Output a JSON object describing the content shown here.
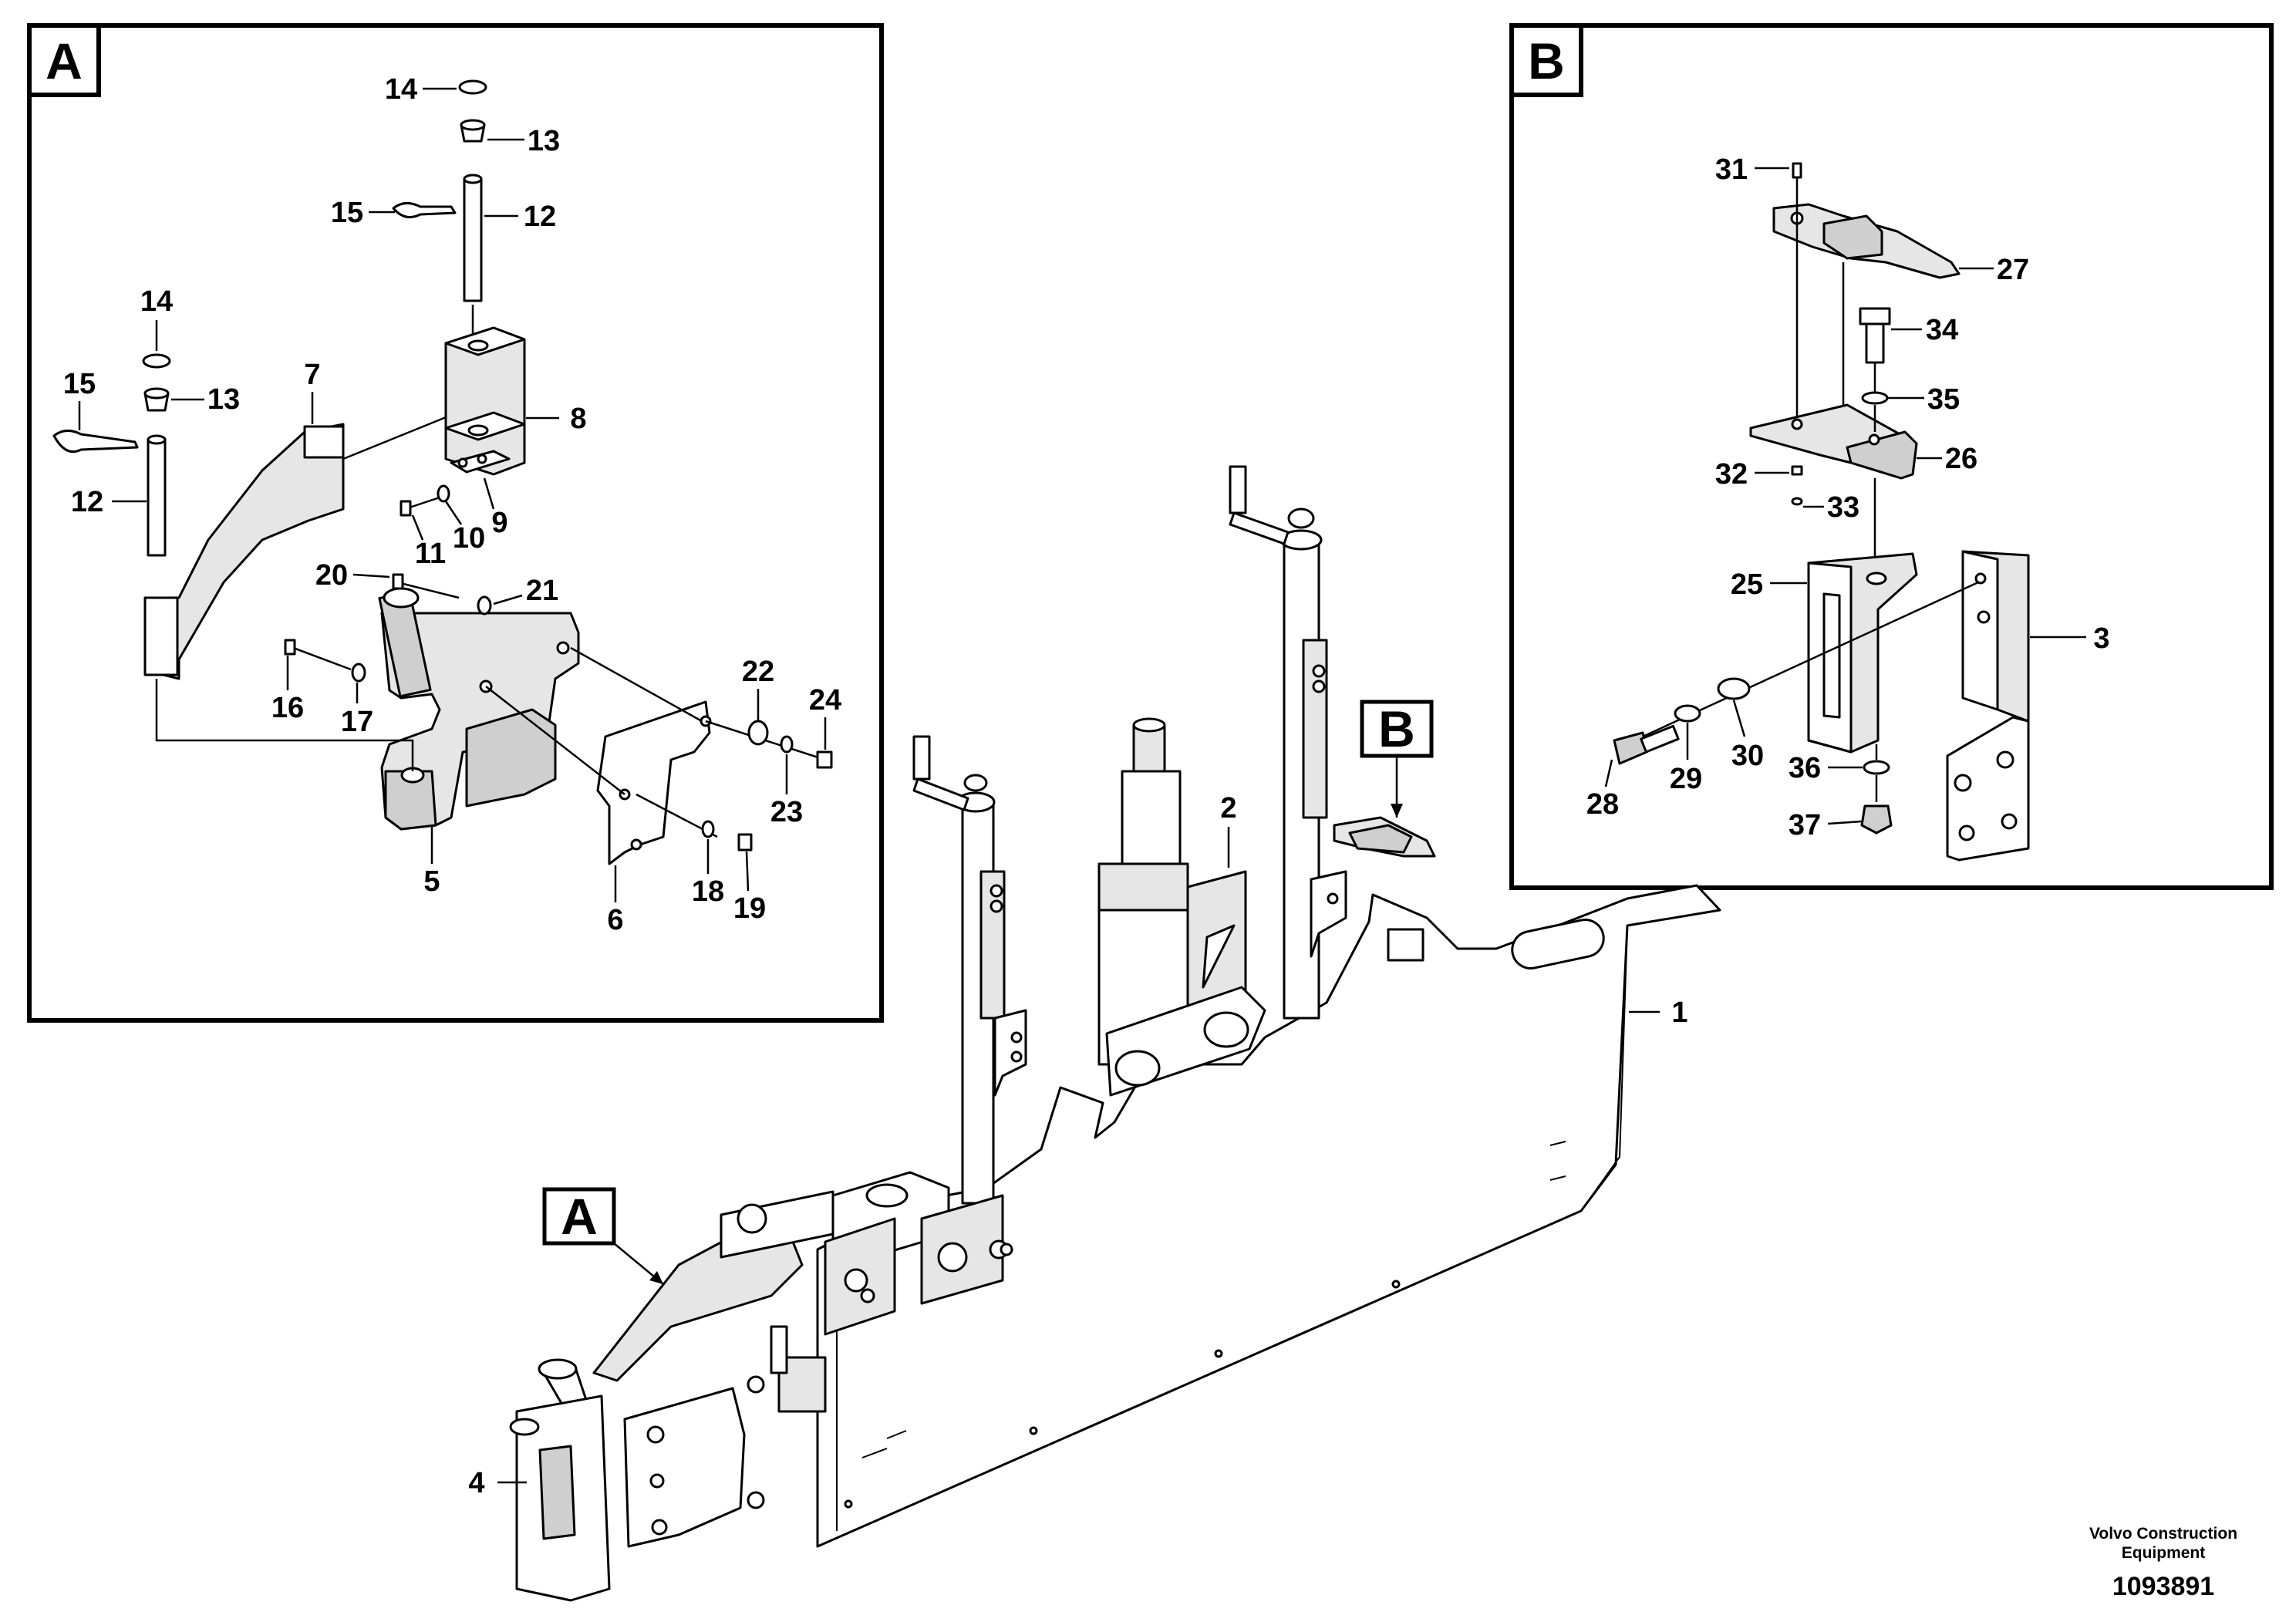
{
  "detail_a": {
    "tag": "A",
    "callouts": [
      "14",
      "13",
      "15",
      "12",
      "14",
      "15",
      "13",
      "7",
      "8",
      "12",
      "9",
      "10",
      "11",
      "20",
      "21",
      "16",
      "17",
      "22",
      "24",
      "23",
      "5",
      "6",
      "18",
      "19"
    ]
  },
  "detail_b": {
    "tag": "B",
    "callouts": [
      "31",
      "27",
      "34",
      "35",
      "32",
      "26",
      "33",
      "25",
      "3",
      "28",
      "29",
      "30",
      "36",
      "37"
    ]
  },
  "main_view": {
    "tag_a": "A",
    "tag_b": "B",
    "callouts": [
      "1",
      "2",
      "4"
    ]
  },
  "footer": {
    "brand_line1": "Volvo Construction",
    "brand_line2": "Equipment",
    "doc_number": "1093891"
  }
}
